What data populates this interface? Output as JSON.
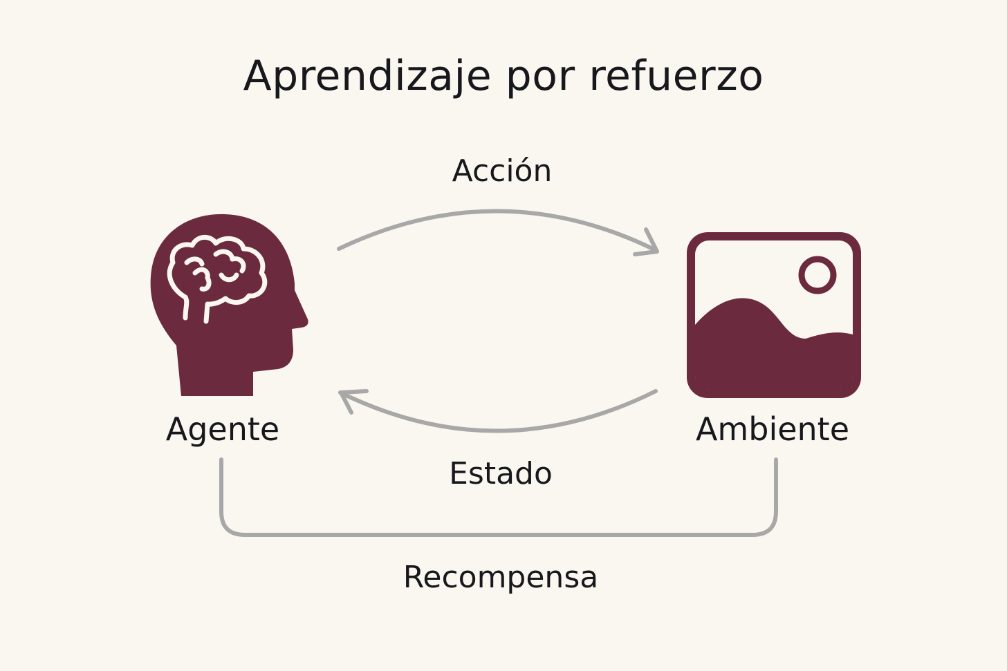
{
  "title": "Aprendizaje por refuerzo",
  "colors": {
    "background": "#faf6f0",
    "icon": "#6b2a3e",
    "icon_detail": "#faf6f0",
    "arrow": "#a8a8a8",
    "text": "#16181b"
  },
  "nodes": {
    "agent": {
      "label": "Agente",
      "icon": "head-brain-icon"
    },
    "environment": {
      "label": "Ambiente",
      "icon": "landscape-picture-icon"
    }
  },
  "edges": {
    "action": {
      "label": "Acción",
      "from": "Agente",
      "to": "Ambiente"
    },
    "state": {
      "label": "Estado",
      "from": "Ambiente",
      "to": "Agente"
    },
    "reward": {
      "label": "Recompensa",
      "between": [
        "Agente",
        "Ambiente"
      ]
    }
  }
}
